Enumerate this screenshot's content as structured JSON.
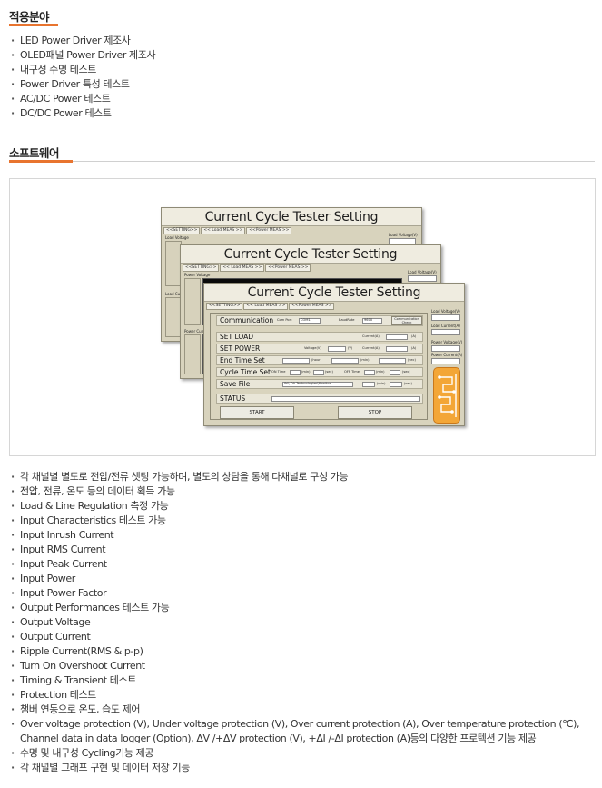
{
  "sections": {
    "applications": {
      "title": "적용분야",
      "items": [
        "LED Power Driver 제조사",
        "OLED패널 Power Driver 제조사",
        "내구성 수명 테스트",
        "Power Driver 특성 테스트",
        "AC/DC Power 테스트",
        "DC/DC Power 테스트"
      ]
    },
    "software": {
      "title": "소프트웨어"
    }
  },
  "software_window": {
    "title": "Current Cycle Tester Setting",
    "tabs": [
      "<<SETTING>>",
      "<< Load MEAS >>",
      "<<Power MEAS >>"
    ],
    "communication": {
      "label": "Communication",
      "com_port_label": "Com Port",
      "com_port_value": "COM1",
      "baudrate_label": "BaudRate",
      "baudrate_value": "9600",
      "check_button": "Communication Check"
    },
    "set_load": {
      "label": "SET LOAD",
      "current_label": "Current(A)",
      "unit": "(A)"
    },
    "set_power": {
      "label": "SET POWER",
      "voltage_label": "Voltage(V)",
      "voltage_unit": "(V)",
      "current_label": "Current(A)",
      "current_unit": "(A)"
    },
    "end_time": {
      "label": "End Time Set",
      "hour_unit": "(hour)",
      "min_unit": "(min)",
      "sec_unit": "(sec)"
    },
    "cycle_time": {
      "label": "Cycle Time Set",
      "on_label": "ON Time",
      "off_label": "OFF Time",
      "min_unit": "(min)",
      "sec_unit": "(sec)"
    },
    "save_file": {
      "label": "Save File",
      "path": "W:\\ DA Technologies\\Monitor",
      "min_unit": "(min)",
      "sec_unit": "(sec)"
    },
    "status": {
      "label": "STATUS"
    },
    "start_button": "START",
    "stop_button": "STOP",
    "side_panel": {
      "load_voltage": "Load Voltage(V)",
      "load_current": "Load Current(A)",
      "power_voltage": "Power Voltage(V)",
      "power_current": "Power Current(A)"
    },
    "back_labels": {
      "load_voltage": "Load Voltage",
      "load_current": "Load Current",
      "power_voltage": "Power Voltage",
      "power_current": "Power Current",
      "voltage_axis": "Voltage(V)",
      "current_axis": "Current(A)"
    }
  },
  "features": [
    "각 채널별 별도로 전압/전류 셋팅 가능하며, 별도의 상담을 통해 다채널로 구성 가능",
    "전압, 전류, 온도 등의 데이터 획득 가능",
    "Load & Line Regulation 측정 가능",
    "Input Characteristics 테스트 가능",
    "Input Inrush Current",
    "Input RMS Current",
    "Input Peak Current",
    "Input Power",
    "Input Power Factor",
    "Output Performances 테스트 가능",
    "Output Voltage",
    "Output Current",
    "Ripple Current(RMS & p-p)",
    "Turn On Overshoot Current",
    "Timing & Transient 테스트",
    "Protection 테스트",
    "챔버 연동으로 온도, 습도 제어"
  ],
  "feature_protection": {
    "line1": "Over voltage protection (V), Under voltage protection (V), Over current protection (A), Over temperature protection (℃),",
    "line2": "Channel data in data logger (Option), ΔV /+ΔV protection (V), +ΔI /-ΔI protection (A)등의 다양한 프로텍션 기능 제공"
  },
  "features_tail": [
    "수명 및 내구성 Cycling기능 제공",
    "각 채널별 그래프 구현 및 데이터 저장 기능"
  ],
  "colors": {
    "accent": "#e8742f",
    "window_bg": "#d8d3bd",
    "badge": "#f3a637"
  }
}
